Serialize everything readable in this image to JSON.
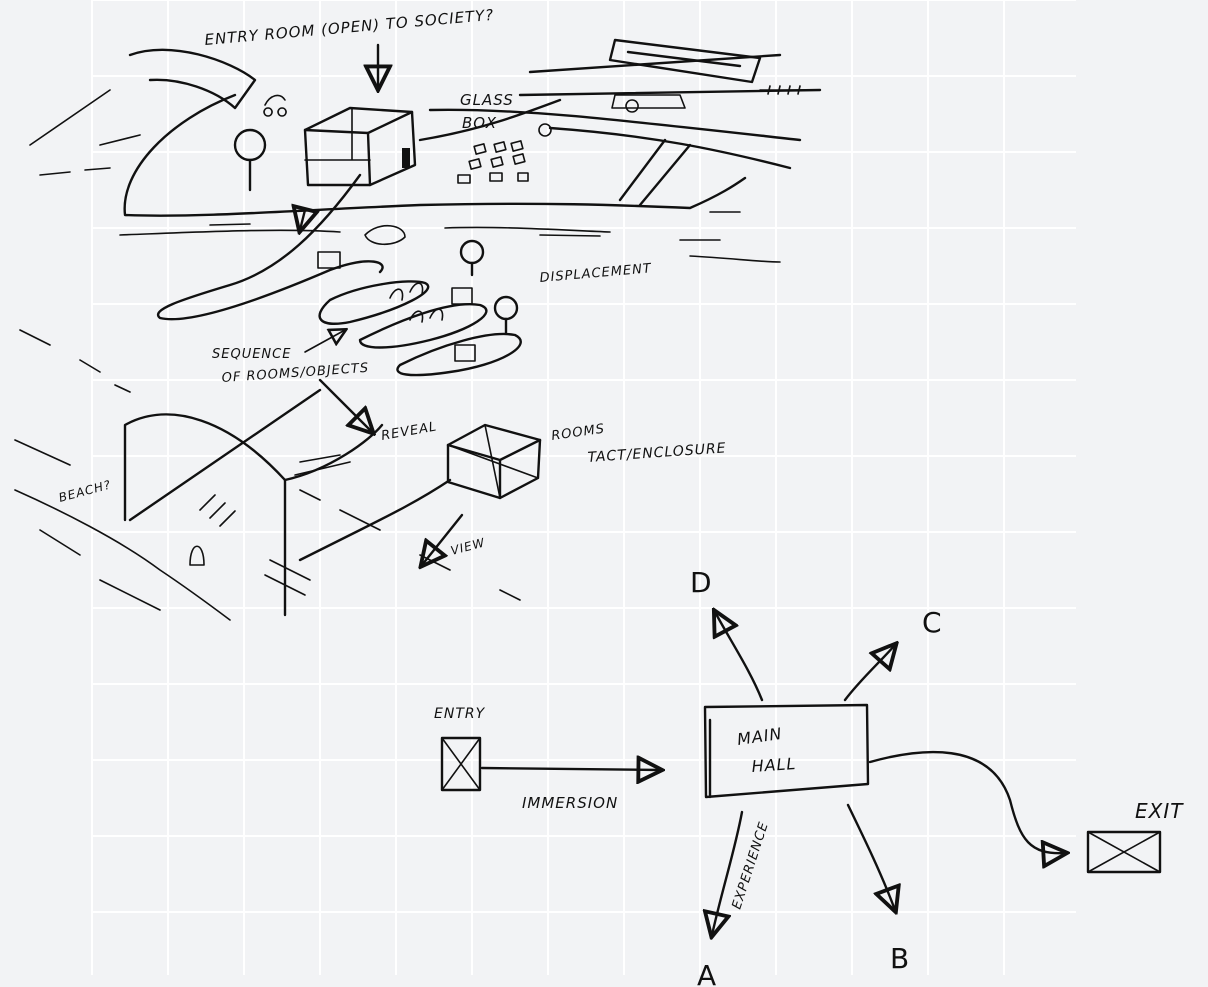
{
  "sketch_labels": {
    "entry_room": "ENTRY ROOM (OPEN) TO SOCIETY?",
    "glass_box_line1": "GLASS",
    "glass_box_line2": "BOX",
    "displacement": "DISPLACEMENT",
    "sequence_line1": "SEQUENCE",
    "sequence_line2": "OF ROOMS/OBJECTS",
    "reveal": "REVEAL",
    "rooms_line1": "ROOMS",
    "rooms_line2": "TACT/ENCLOSURE",
    "beach": "BEACH?",
    "view": "VIEW"
  },
  "diagram": {
    "entry": "ENTRY",
    "immersion": "IMMERSION",
    "main_hall_line1": "MAIN",
    "main_hall_line2": "HALL",
    "exit": "EXIT",
    "experience": "EXPERIENCE",
    "node_a": "A",
    "node_b": "B",
    "node_c": "C",
    "node_d": "D"
  },
  "colors": {
    "background": "#f2f3f5",
    "grid": "#ffffff",
    "ink": "#111111"
  }
}
